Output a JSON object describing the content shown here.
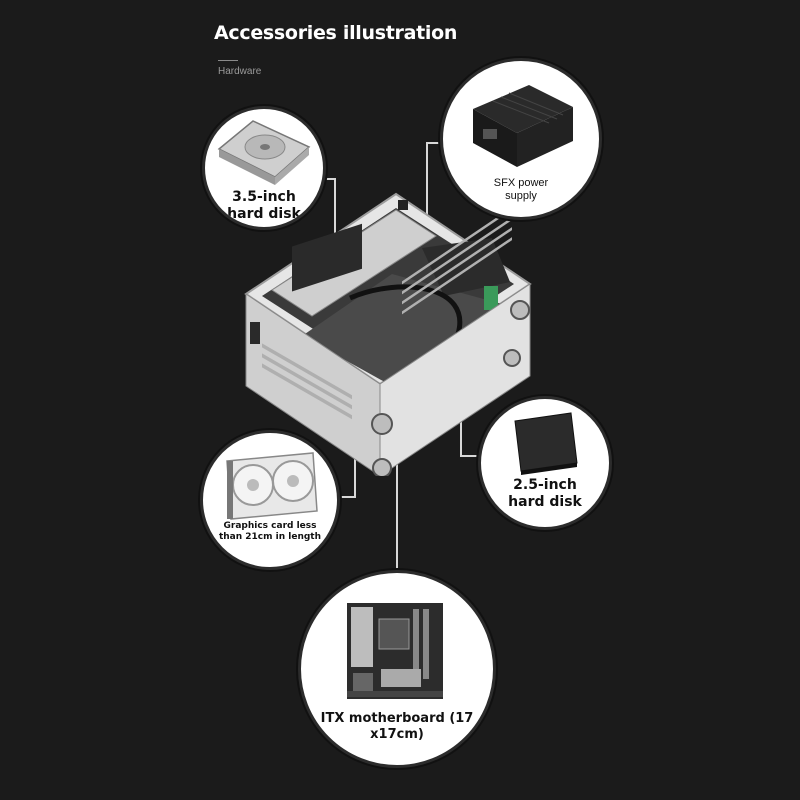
{
  "header": {
    "title": "Accessories illustration",
    "subtitle": "Hardware"
  },
  "components": {
    "hdd35": {
      "label_line1": "3.5-inch",
      "label_line2": "hard disk",
      "icon": "hard-disk-drive"
    },
    "psu": {
      "label_line1": "SFX power",
      "label_line2": "supply",
      "icon": "power-supply-unit"
    },
    "ssd25": {
      "label_line1": "2.5-inch",
      "label_line2": "hard disk",
      "icon": "solid-state-drive"
    },
    "gpu": {
      "label_line1": "Graphics card less",
      "label_line2": "than 21cm in length",
      "icon": "graphics-card"
    },
    "mobo": {
      "label_line1": "ITX motherboard (17",
      "label_line2": "x17cm)",
      "icon": "motherboard"
    }
  },
  "colors": {
    "background": "#1b1b1b",
    "circle_fill": "#ffffff",
    "leader_line": "#d8d8d8",
    "case_silver": "#d9d9d9"
  }
}
